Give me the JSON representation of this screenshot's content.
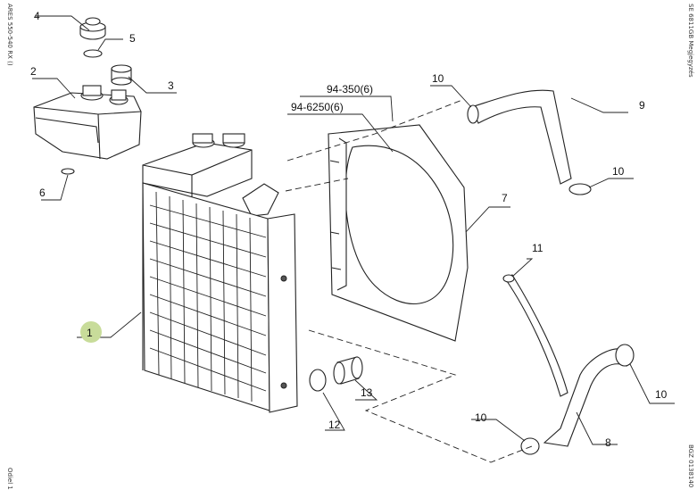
{
  "side_labels": {
    "left_top": "ARES 550-540 RX ()",
    "left_bottom": "Odiel 1",
    "right_top": "SE 6811GB Megjegyzés",
    "right_bottom": "BGZ 0138140"
  },
  "references": {
    "ref_a": "94-350(6)",
    "ref_b": "94-6250(6)"
  },
  "callouts": {
    "c1": "1",
    "c2": "2",
    "c3": "3",
    "c4": "4",
    "c5": "5",
    "c6": "6",
    "c7": "7",
    "c8": "8",
    "c9": "9",
    "c10a": "10",
    "c10b": "10",
    "c10c": "10",
    "c10d": "10",
    "c11": "11",
    "c12": "12",
    "c13": "13"
  },
  "colors": {
    "highlight": "#c8dc9a",
    "line": "#222222"
  }
}
